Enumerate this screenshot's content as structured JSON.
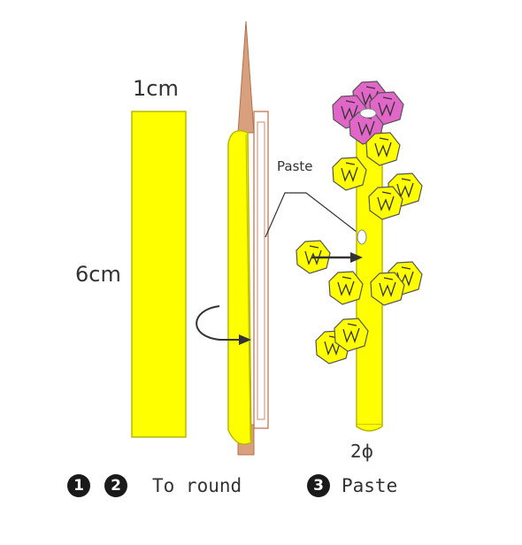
{
  "dim_width": "1cm",
  "dim_height": "6cm",
  "paste_callout": "Paste",
  "diameter": "2ϕ",
  "steps": {
    "step1_num": "1",
    "step2_num": "2",
    "step12_text": "To round",
    "step3_num": "3",
    "step3_text": "Paste"
  },
  "colors": {
    "paper_yellow": "#ffff00",
    "outline_yellow": "#cccc00",
    "stick": "#d9a07e",
    "flower_pink": "#e066c8",
    "ink": "#333333"
  }
}
